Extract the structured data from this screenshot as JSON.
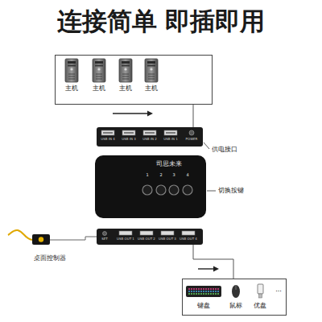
{
  "diagram": {
    "title": "连接简单 即插即用",
    "nodes": [
      {
        "text": [
          "主机",
          "主机",
          "主机",
          "主机"
        ]
      },
      {
        "text": [
          "USB IN 4",
          "USB IN 3",
          "USB IN 2",
          "USB IN 1",
          "POWER"
        ]
      },
      {
        "text": [
          "司思未来",
          "1",
          "2",
          "3",
          "4"
        ]
      },
      {
        "text": [
          "SET",
          "USB OUT 1",
          "USB OUT 2",
          "USB OUT 3",
          "USB OUT 4"
        ]
      },
      {
        "text": [
          "键盘",
          "鼠标",
          "优盘",
          "..."
        ]
      }
    ],
    "edges": [
      {
        "from": 0,
        "to": 1,
        "arrow": "none"
      },
      {
        "from": 3,
        "to": 4,
        "arrow": "none"
      }
    ],
    "labels": [
      "供电接口",
      "切换按键",
      "桌面控制器"
    ]
  }
}
